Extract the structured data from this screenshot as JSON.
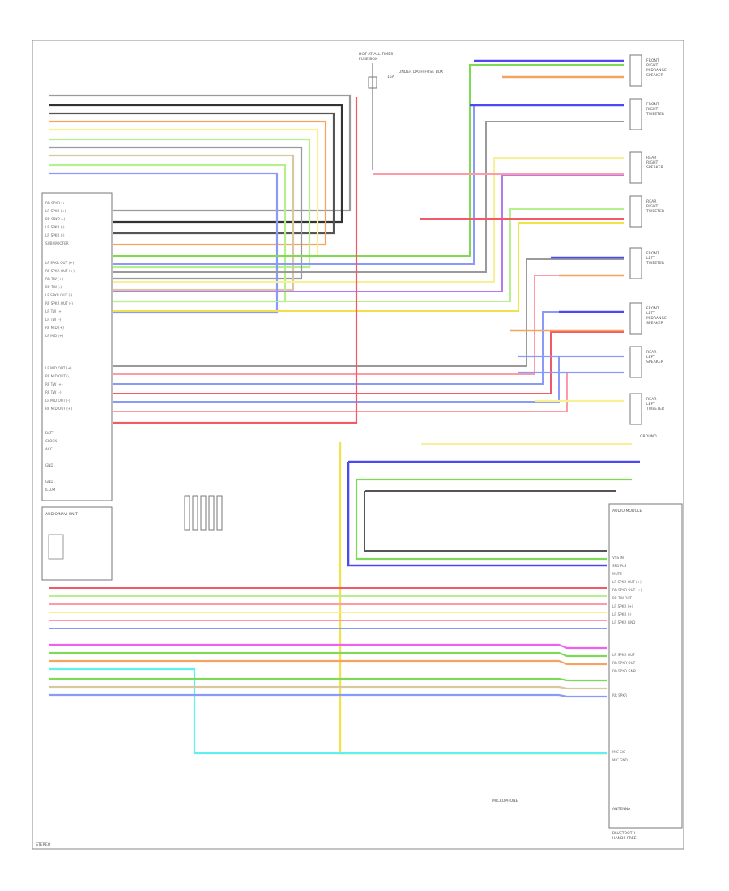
{
  "diagram": {
    "page_label": "STEREO",
    "labels": {
      "top_fuse_a": "HOT AT ALL TIMES",
      "top_fuse_b": "FUSE BOX",
      "top_fuse_c": "15A",
      "fuse_note": "UNDER DASH FUSE BOX",
      "right_ground": "GROUND",
      "lower_right_module": "AUDIO MODULE",
      "lower_left_module": "AUDIO/NAVI UNIT",
      "bottom_connector_a": "BLUETOOTH",
      "bottom_connector_b": "HANDS FREE",
      "bottom_note": "MICROPHONE",
      "bottom_note_b": "ANTENNA"
    },
    "speakers": [
      {
        "name": "FRONT RIGHT MIDRANGE SPEAKER"
      },
      {
        "name": "FRONT RIGHT TWEETER"
      },
      {
        "name": "REAR RIGHT SPEAKER"
      },
      {
        "name": "REAR RIGHT TWEETER"
      },
      {
        "name": "FRONT LEFT TWEETER"
      },
      {
        "name": "FRONT LEFT MIDRANGE SPEAKER"
      },
      {
        "name": "REAR LEFT SPEAKER"
      },
      {
        "name": "REAR LEFT TWEETER"
      }
    ],
    "colors": {
      "gray": "#9a9a9a",
      "dark_gray": "#555555",
      "orange": "#f4a460",
      "yellow": "#f2e24a",
      "pale_yellow": "#f7f096",
      "green": "#7ed957",
      "light_green": "#b6f08a",
      "red": "#f25a6a",
      "pink": "#ff9aa8",
      "blue": "#4a4af0",
      "light_blue": "#8a9af7",
      "violet": "#b57af0",
      "magenta": "#f060f0",
      "cyan": "#60f0f0",
      "tan": "#d8c8a0",
      "black": "#333333"
    }
  }
}
